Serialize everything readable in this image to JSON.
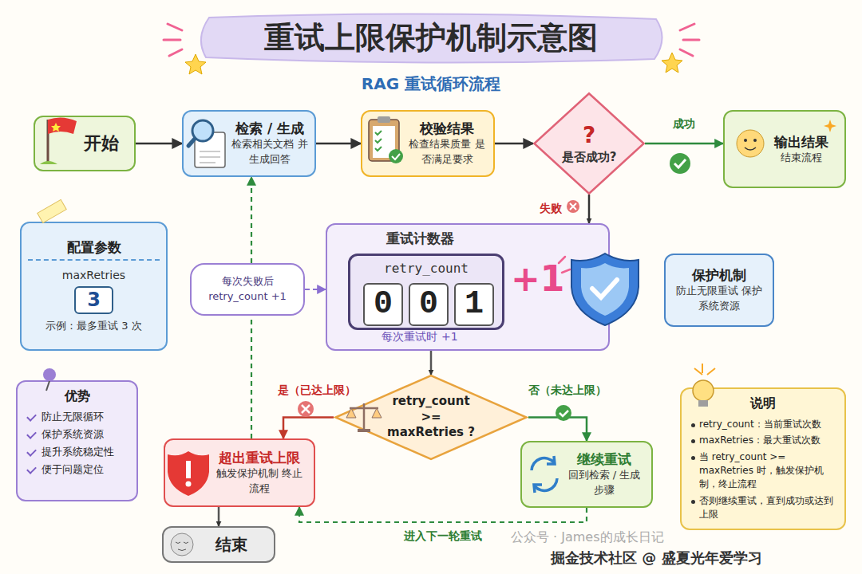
{
  "diagram": {
    "title": "重试上限保护机制示意图",
    "nodes": [
      {
        "text": [
          "开始"
        ]
      },
      {
        "text": [
          "检索 / 生成",
          "检索相关文档 并生成回答"
        ]
      },
      {
        "text": [
          "校验结果",
          "检查结果质量 是否满足要求"
        ]
      },
      {
        "text": [
          "?",
          "是否成功?"
        ]
      },
      {
        "text": [
          "输出结果",
          "结束流程"
        ]
      },
      {
        "text": [
          "配置参数",
          "maxRetries",
          "3",
          "示例：最多重试 3 次"
        ]
      },
      {
        "text": [
          "每次失败后 retry_count +1"
        ]
      },
      {
        "text": [
          "重试计数器",
          "每次重试时 +1"
        ]
      },
      {
        "text": [
          "retry_count"
        ],
        "in": 7
      },
      {
        "text": [
          "0"
        ],
        "in": 8
      },
      {
        "text": [
          "0"
        ],
        "in": 8
      },
      {
        "text": [
          "1"
        ],
        "in": 8
      },
      {
        "text": [
          "保护机制",
          "防止无限重试 保护系统资源"
        ]
      },
      {
        "text": [
          "retry_count >= maxRetries ?"
        ]
      },
      {
        "text": [
          "超出重试上限",
          "触发保护机制 终止流程"
        ]
      },
      {
        "text": [
          "继续重试",
          "回到检索 / 生成 步骤"
        ]
      },
      {
        "text": [
          "结束"
        ]
      },
      {
        "text": [
          "优势",
          "防止无限循环",
          "保护系统资源",
          "提升系统稳定性",
          "便于问题定位"
        ]
      },
      {
        "text": [
          "说明",
          "retry_count：当前重试次数",
          "maxRetries：最大重试次数",
          "当 retry_count >= maxRetries 时，触发保护机制，终止流程",
          "否则继续重试，直到成功或达到上限"
        ]
      }
    ],
    "edges": [
      {
        "from": 0,
        "to": 1,
        "arrow": "to"
      },
      {
        "from": 1,
        "to": 2,
        "arrow": "to"
      },
      {
        "from": 2,
        "to": 3,
        "arrow": "to"
      },
      {
        "from": 3,
        "to": 4,
        "label": "成功",
        "arrow": "to"
      },
      {
        "from": 3,
        "to": 7,
        "label": "失败",
        "arrow": "to"
      },
      {
        "from": 6,
        "to": 7,
        "arrow": "to"
      },
      {
        "from": 7,
        "to": 13,
        "arrow": "to"
      },
      {
        "from": 13,
        "to": 14,
        "label": "是（已达上限）",
        "arrow": "to"
      },
      {
        "from": 13,
        "to": 15,
        "label": "否（未达上限）",
        "arrow": "to"
      },
      {
        "from": 14,
        "to": 16,
        "arrow": "to"
      },
      {
        "from": 15,
        "to": 14,
        "label": "进入下一轮重试",
        "arrow": "to"
      },
      {
        "from": 14,
        "to": 1,
        "arrow": "to"
      }
    ],
    "labels": [
      "RAG 重试循环流程",
      "+1",
      "公众号 · James的成长日记",
      "掘金技术社区 @ 盛夏光年爱学习"
    ]
  }
}
